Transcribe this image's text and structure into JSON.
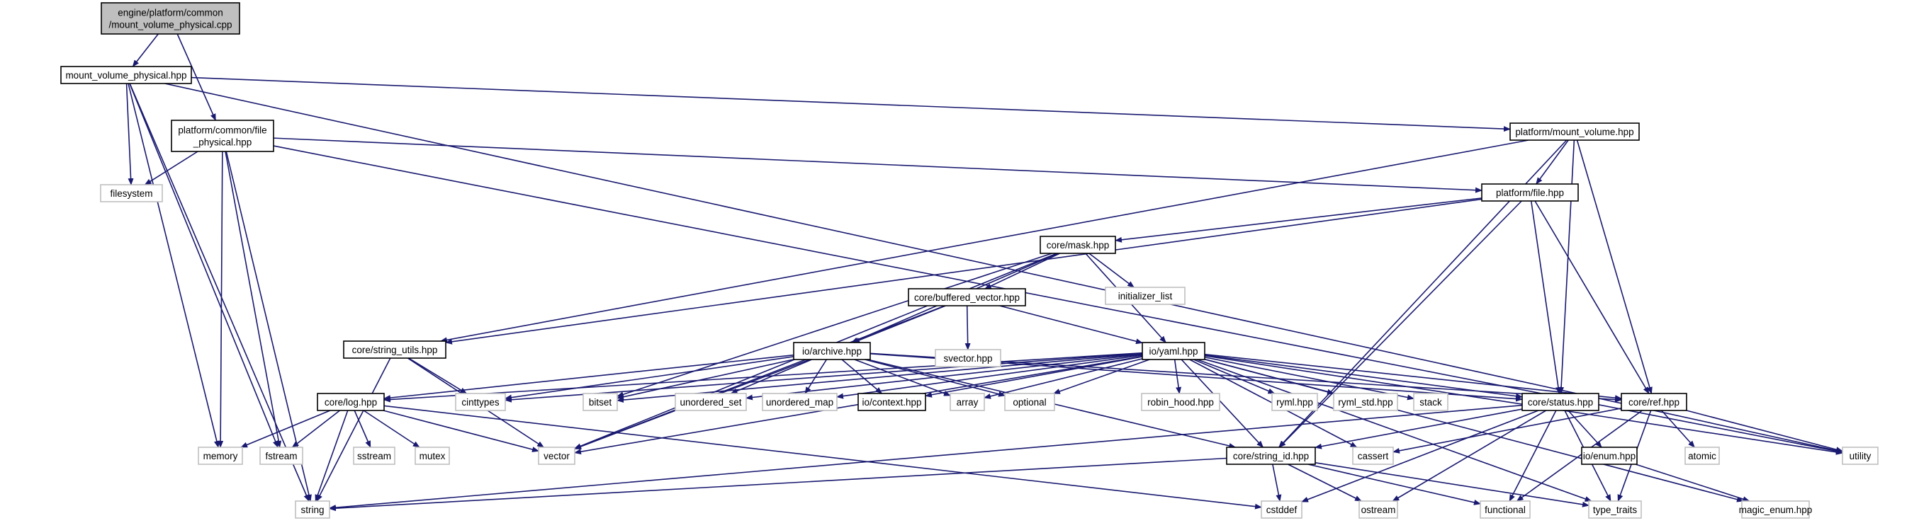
{
  "colors": {
    "edge": "#191970",
    "border_dark": "#000000",
    "border_light": "#bfbfbf",
    "root_fill": "#bfbfbf",
    "box_fill": "#ffffff",
    "text": "#000000"
  },
  "nodes": [
    {
      "id": "root",
      "lines": [
        "engine/platform/common",
        "/mount_volume_physical.cpp"
      ],
      "style": "root"
    },
    {
      "id": "mvp",
      "lines": [
        "mount_volume_physical.hpp"
      ],
      "style": "file"
    },
    {
      "id": "fp",
      "lines": [
        "platform/common/file",
        "_physical.hpp"
      ],
      "style": "file"
    },
    {
      "id": "pmv",
      "lines": [
        "platform/mount_volume.hpp"
      ],
      "style": "file"
    },
    {
      "id": "pf",
      "lines": [
        "platform/file.hpp"
      ],
      "style": "file"
    },
    {
      "id": "fs",
      "lines": [
        "filesystem"
      ],
      "style": "system"
    },
    {
      "id": "mask",
      "lines": [
        "core/mask.hpp"
      ],
      "style": "file"
    },
    {
      "id": "il",
      "lines": [
        "initializer_list"
      ],
      "style": "system"
    },
    {
      "id": "bv",
      "lines": [
        "core/buffered_vector.hpp"
      ],
      "style": "file"
    },
    {
      "id": "svec",
      "lines": [
        "svector.hpp"
      ],
      "style": "system"
    },
    {
      "id": "su",
      "lines": [
        "core/string_utils.hpp"
      ],
      "style": "file"
    },
    {
      "id": "arch",
      "lines": [
        "io/archive.hpp"
      ],
      "style": "file"
    },
    {
      "id": "yaml",
      "lines": [
        "io/yaml.hpp"
      ],
      "style": "file"
    },
    {
      "id": "log",
      "lines": [
        "core/log.hpp"
      ],
      "style": "file"
    },
    {
      "id": "cint",
      "lines": [
        "cinttypes"
      ],
      "style": "system"
    },
    {
      "id": "bitset",
      "lines": [
        "bitset"
      ],
      "style": "system"
    },
    {
      "id": "uset",
      "lines": [
        "unordered_set"
      ],
      "style": "system"
    },
    {
      "id": "umap",
      "lines": [
        "unordered_map"
      ],
      "style": "system"
    },
    {
      "id": "ctx",
      "lines": [
        "io/context.hpp"
      ],
      "style": "file"
    },
    {
      "id": "array",
      "lines": [
        "array"
      ],
      "style": "system"
    },
    {
      "id": "opt",
      "lines": [
        "optional"
      ],
      "style": "system"
    },
    {
      "id": "rh",
      "lines": [
        "robin_hood.hpp"
      ],
      "style": "system"
    },
    {
      "id": "ryml",
      "lines": [
        "ryml.hpp"
      ],
      "style": "system"
    },
    {
      "id": "rstd",
      "lines": [
        "ryml_std.hpp"
      ],
      "style": "system"
    },
    {
      "id": "stack",
      "lines": [
        "stack"
      ],
      "style": "system"
    },
    {
      "id": "status",
      "lines": [
        "core/status.hpp"
      ],
      "style": "file"
    },
    {
      "id": "ref",
      "lines": [
        "core/ref.hpp"
      ],
      "style": "file"
    },
    {
      "id": "memory",
      "lines": [
        "memory"
      ],
      "style": "system"
    },
    {
      "id": "fstream",
      "lines": [
        "fstream"
      ],
      "style": "system"
    },
    {
      "id": "sstream",
      "lines": [
        "sstream"
      ],
      "style": "system"
    },
    {
      "id": "mutex",
      "lines": [
        "mutex"
      ],
      "style": "system"
    },
    {
      "id": "vector",
      "lines": [
        "vector"
      ],
      "style": "system"
    },
    {
      "id": "sid",
      "lines": [
        "core/string_id.hpp"
      ],
      "style": "file"
    },
    {
      "id": "cassert",
      "lines": [
        "cassert"
      ],
      "style": "system"
    },
    {
      "id": "enum",
      "lines": [
        "io/enum.hpp"
      ],
      "style": "file"
    },
    {
      "id": "atomic",
      "lines": [
        "atomic"
      ],
      "style": "system"
    },
    {
      "id": "utility",
      "lines": [
        "utility"
      ],
      "style": "system"
    },
    {
      "id": "string",
      "lines": [
        "string"
      ],
      "style": "system"
    },
    {
      "id": "cstddef",
      "lines": [
        "cstddef"
      ],
      "style": "system"
    },
    {
      "id": "ostream",
      "lines": [
        "ostream"
      ],
      "style": "system"
    },
    {
      "id": "functional",
      "lines": [
        "functional"
      ],
      "style": "system"
    },
    {
      "id": "tt",
      "lines": [
        "type_traits"
      ],
      "style": "system"
    },
    {
      "id": "me",
      "lines": [
        "magic_enum.hpp"
      ],
      "style": "system"
    }
  ],
  "edges": [
    [
      "root",
      "mvp"
    ],
    [
      "root",
      "fp"
    ],
    [
      "mvp",
      "fs"
    ],
    [
      "mvp",
      "memory"
    ],
    [
      "mvp",
      "string"
    ],
    [
      "mvp",
      "fstream"
    ],
    [
      "mvp",
      "pmv"
    ],
    [
      "mvp",
      "utility"
    ],
    [
      "fp",
      "fs"
    ],
    [
      "fp",
      "memory"
    ],
    [
      "fp",
      "fstream"
    ],
    [
      "fp",
      "string"
    ],
    [
      "fp",
      "pf"
    ],
    [
      "fp",
      "utility"
    ],
    [
      "pmv",
      "pf"
    ],
    [
      "pmv",
      "su"
    ],
    [
      "pmv",
      "status"
    ],
    [
      "pmv",
      "ref"
    ],
    [
      "pmv",
      "sid"
    ],
    [
      "pf",
      "mask"
    ],
    [
      "pf",
      "su"
    ],
    [
      "pf",
      "status"
    ],
    [
      "pf",
      "ref"
    ],
    [
      "pf",
      "sid"
    ],
    [
      "mask",
      "il"
    ],
    [
      "mask",
      "bv"
    ],
    [
      "mask",
      "arch"
    ],
    [
      "mask",
      "yaml"
    ],
    [
      "mask",
      "bitset"
    ],
    [
      "mask",
      "vector"
    ],
    [
      "bv",
      "svec"
    ],
    [
      "bv",
      "arch"
    ],
    [
      "bv",
      "yaml"
    ],
    [
      "bv",
      "vector"
    ],
    [
      "su",
      "cint"
    ],
    [
      "su",
      "vector"
    ],
    [
      "su",
      "string"
    ],
    [
      "arch",
      "log"
    ],
    [
      "arch",
      "cint"
    ],
    [
      "arch",
      "bitset"
    ],
    [
      "arch",
      "uset"
    ],
    [
      "arch",
      "umap"
    ],
    [
      "arch",
      "ctx"
    ],
    [
      "arch",
      "array"
    ],
    [
      "arch",
      "opt"
    ],
    [
      "arch",
      "status"
    ],
    [
      "arch",
      "ref"
    ],
    [
      "arch",
      "sid"
    ],
    [
      "arch",
      "vector"
    ],
    [
      "yaml",
      "log"
    ],
    [
      "yaml",
      "cint"
    ],
    [
      "yaml",
      "bitset"
    ],
    [
      "yaml",
      "uset"
    ],
    [
      "yaml",
      "umap"
    ],
    [
      "yaml",
      "ctx"
    ],
    [
      "yaml",
      "array"
    ],
    [
      "yaml",
      "opt"
    ],
    [
      "yaml",
      "rh"
    ],
    [
      "yaml",
      "ryml"
    ],
    [
      "yaml",
      "rstd"
    ],
    [
      "yaml",
      "stack"
    ],
    [
      "yaml",
      "status"
    ],
    [
      "yaml",
      "ref"
    ],
    [
      "yaml",
      "vector"
    ],
    [
      "yaml",
      "sid"
    ],
    [
      "yaml",
      "cassert"
    ],
    [
      "yaml",
      "utility"
    ],
    [
      "yaml",
      "tt"
    ],
    [
      "yaml",
      "me"
    ],
    [
      "log",
      "memory"
    ],
    [
      "log",
      "fstream"
    ],
    [
      "log",
      "sstream"
    ],
    [
      "log",
      "mutex"
    ],
    [
      "log",
      "vector"
    ],
    [
      "log",
      "string"
    ],
    [
      "log",
      "cstddef"
    ],
    [
      "status",
      "sid"
    ],
    [
      "status",
      "enum"
    ],
    [
      "status",
      "string"
    ],
    [
      "status",
      "cstddef"
    ],
    [
      "status",
      "ostream"
    ],
    [
      "status",
      "functional"
    ],
    [
      "status",
      "tt"
    ],
    [
      "ref",
      "cassert"
    ],
    [
      "ref",
      "atomic"
    ],
    [
      "ref",
      "utility"
    ],
    [
      "ref",
      "functional"
    ],
    [
      "ref",
      "tt"
    ],
    [
      "sid",
      "string"
    ],
    [
      "sid",
      "cstddef"
    ],
    [
      "sid",
      "ostream"
    ],
    [
      "sid",
      "functional"
    ],
    [
      "sid",
      "tt"
    ],
    [
      "enum",
      "me"
    ]
  ]
}
